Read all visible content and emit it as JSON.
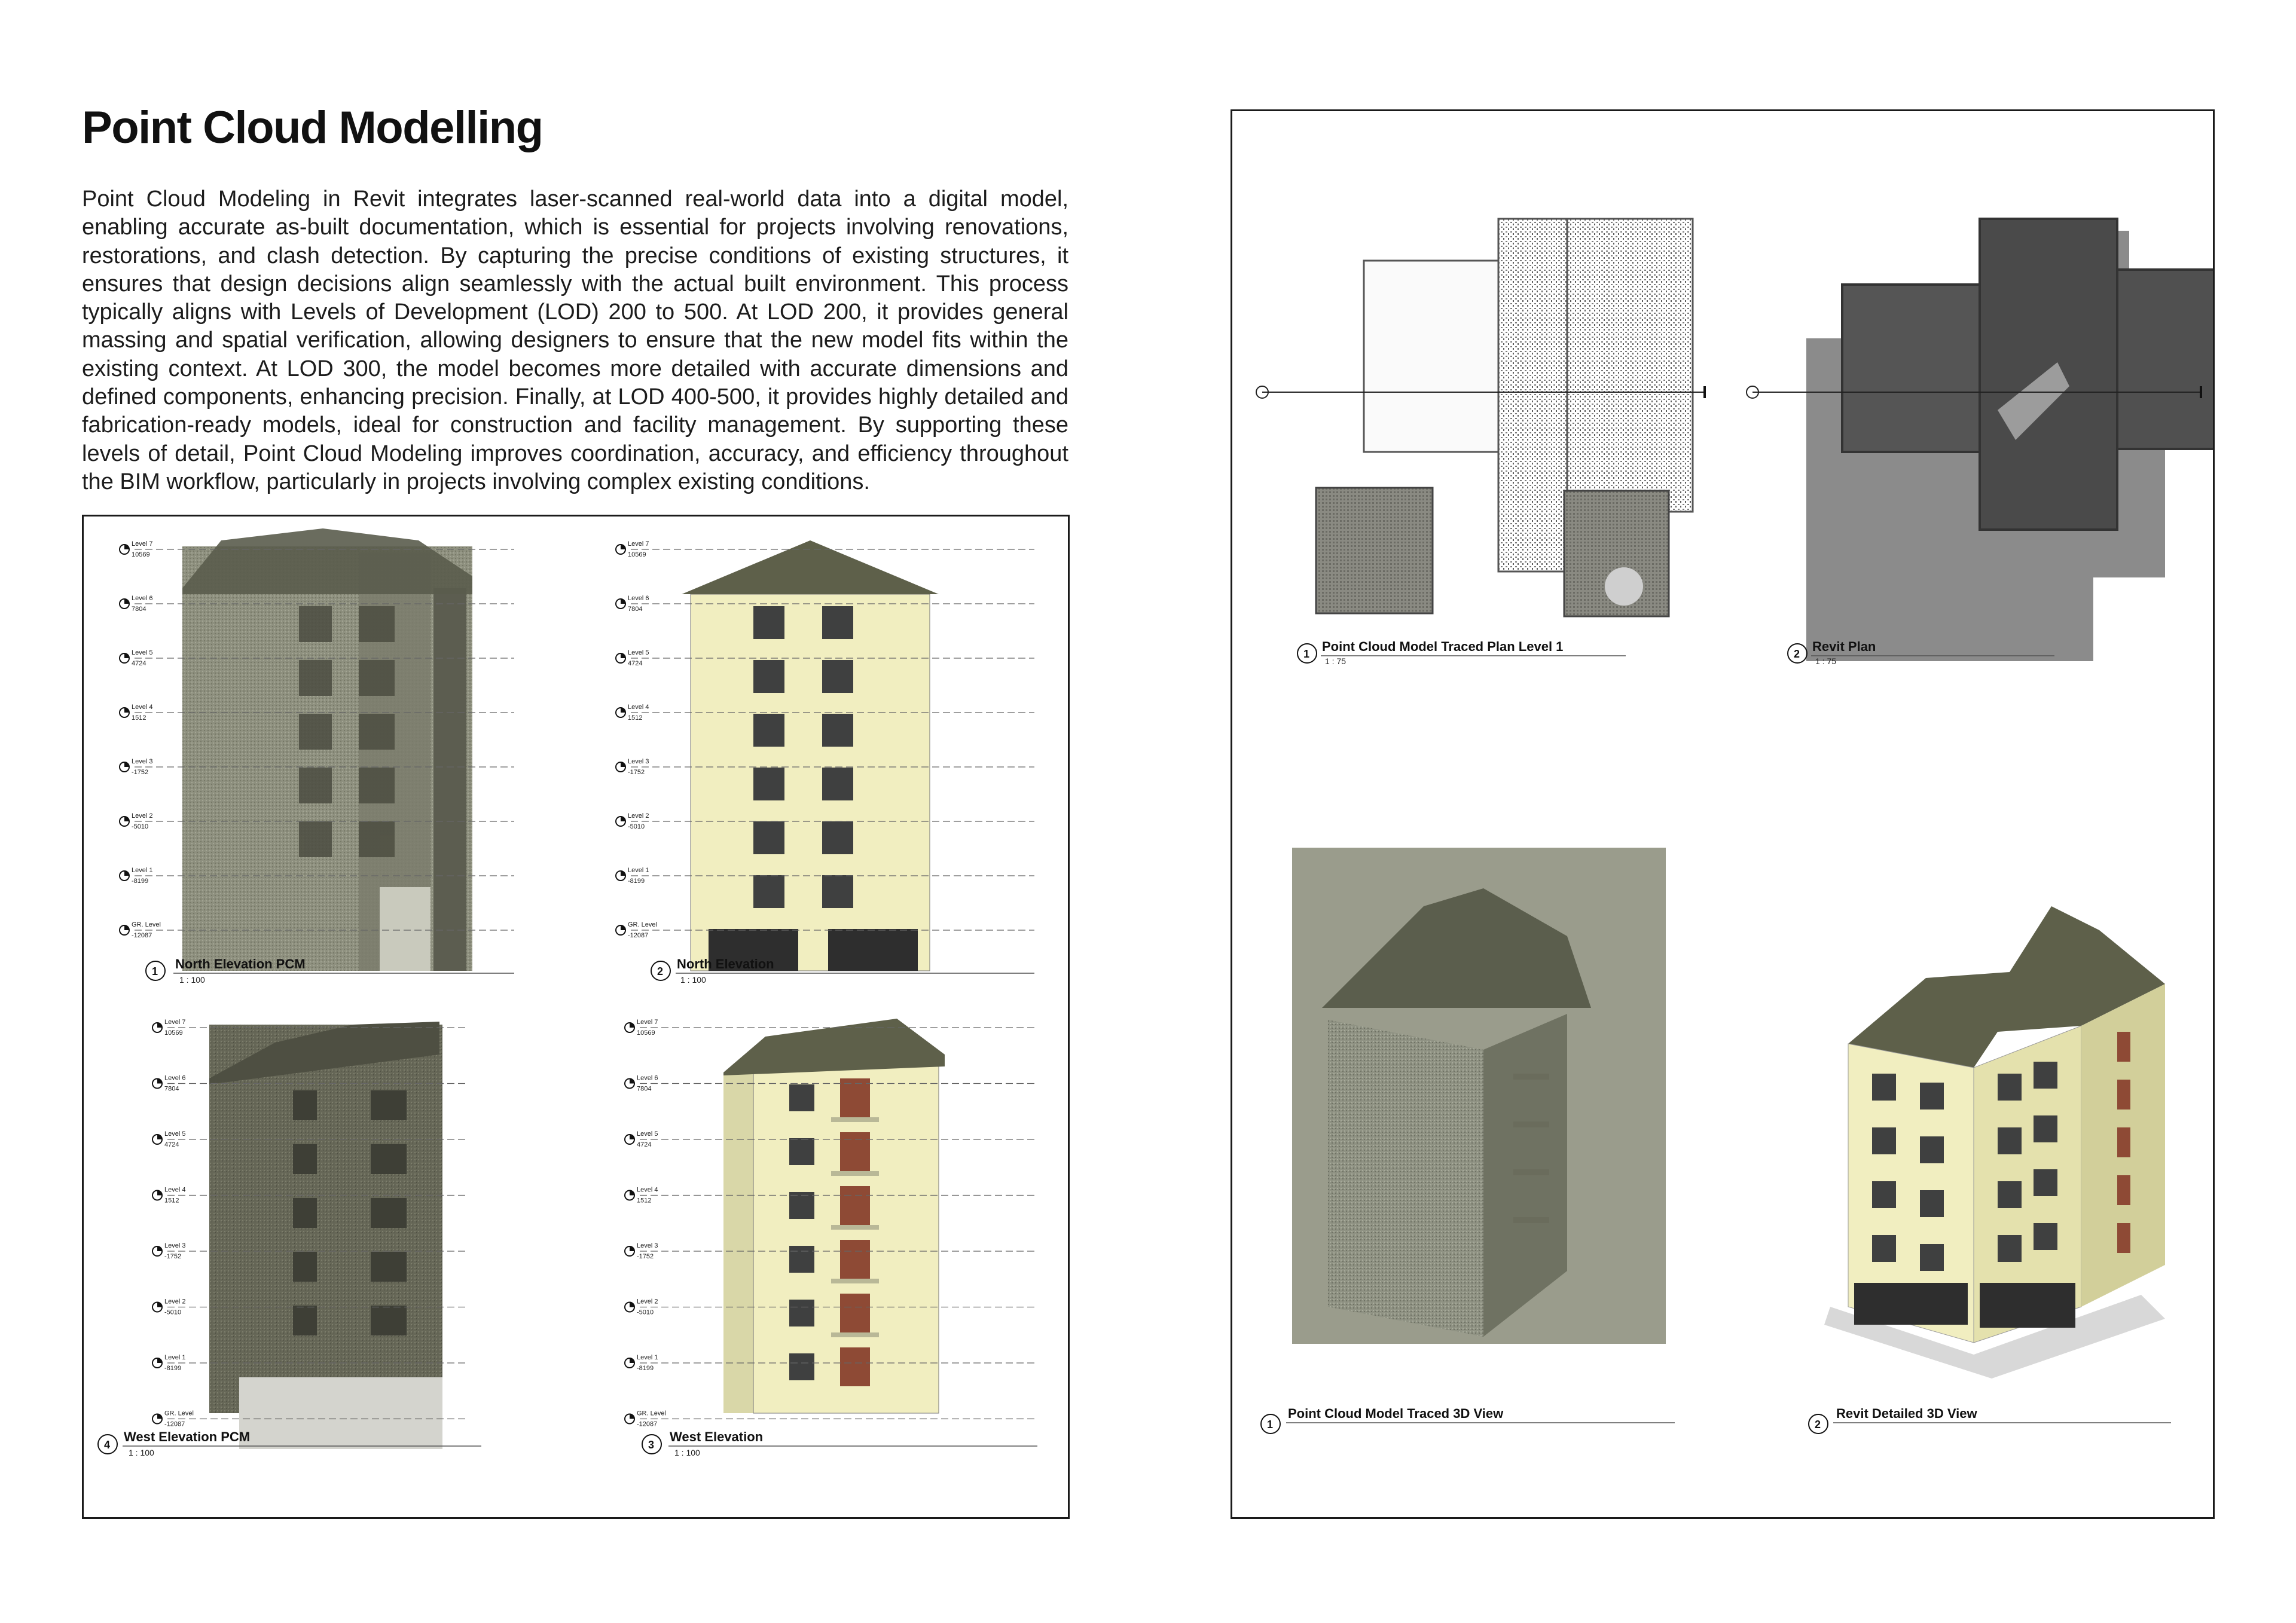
{
  "page": {
    "title": "Point Cloud Modelling",
    "paragraph": "Point Cloud Modeling in Revit integrates laser-scanned real-world data into a digital model, enabling accurate as-built documentation, which is essential for projects involving renovations, restorations, and clash detection. By capturing the precise conditions of existing structures, it ensures that design decisions align seamlessly with the actual built environment. This process typically aligns with Levels of Development (LOD) 200 to 500. At LOD 200, it provides general massing and spatial verification, allowing designers to ensure that the new model fits within the existing context. At LOD 300, the model becomes more detailed with accurate dimensions and defined components, enhancing precision. Finally, at LOD 400-500, it provides highly detailed and fabrication-ready models, ideal for construction and facility management. By supporting these levels of detail, Point Cloud Modeling improves coordination, accuracy, and efficiency throughout the BIM workflow, particularly in projects involving complex existing conditions."
  },
  "levels": [
    {
      "name": "Level 7",
      "value": "10569"
    },
    {
      "name": "Level 6",
      "value": "7804"
    },
    {
      "name": "Level 5",
      "value": "4724"
    },
    {
      "name": "Level 4",
      "value": "1512"
    },
    {
      "name": "Level 3",
      "value": "-1752"
    },
    {
      "name": "Level 2",
      "value": "-5010"
    },
    {
      "name": "Level 1",
      "value": "-8199"
    },
    {
      "name": "GR. Level",
      "value": "-12087"
    }
  ],
  "elevations": {
    "north_pcm": {
      "number": "1",
      "title": "North Elevation PCM",
      "scale": "1 : 100"
    },
    "north": {
      "number": "2",
      "title": "North  Elevation",
      "scale": "1 : 100"
    },
    "west_pcm": {
      "number": "4",
      "title": "West Elevation PCM",
      "scale": "1 : 100"
    },
    "west": {
      "number": "3",
      "title": "West Elevation",
      "scale": "1 : 100"
    }
  },
  "plans": {
    "traced": {
      "number": "1",
      "title": "Point Cloud Model Traced Plan Level 1",
      "scale": "1 : 75"
    },
    "revit": {
      "number": "2",
      "title": "Revit Plan",
      "scale": "1 : 75"
    }
  },
  "views3d": {
    "traced": {
      "number": "1",
      "title": "Point Cloud Model Traced 3D View"
    },
    "revit": {
      "number": "2",
      "title": "Revit Detailed 3D View"
    }
  },
  "colors": {
    "facade_cream": "#f1eec0",
    "roof_olive": "#5e604a",
    "scan_grey": "#8d8f7e",
    "plan_dark": "#4a4a4a",
    "plan_mid": "#8b8b8b"
  }
}
